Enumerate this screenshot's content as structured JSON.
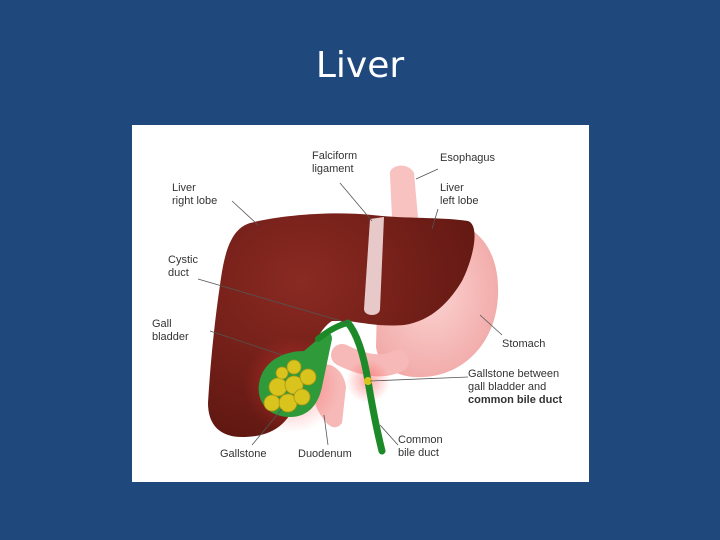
{
  "slide": {
    "title": "Liver"
  },
  "diagram": {
    "labels": {
      "liver_right_lobe": [
        "Liver",
        "right lobe"
      ],
      "falciform_ligament": [
        "Falciform",
        "ligament"
      ],
      "esophagus": [
        "Esophagus"
      ],
      "liver_left_lobe": [
        "Liver",
        "left lobe"
      ],
      "cystic_duct": [
        "Cystic",
        "duct"
      ],
      "gall_bladder": [
        "Gall",
        "bladder"
      ],
      "stomach": [
        "Stomach"
      ],
      "gallstone_between": [
        "Gallstone between",
        "gall bladder and",
        "common bile duct"
      ],
      "gallstone": [
        "Gallstone"
      ],
      "duodenum": [
        "Duodenum"
      ],
      "common_bile_duct": [
        "Common",
        "bile duct"
      ]
    },
    "colors": {
      "liver": "#6e1d16",
      "liver_highlight": "#8a2a22",
      "stomach": "#f4b6b4",
      "esophagus": "#f7c2c0",
      "falciform": "#e8c9c9",
      "bile_duct": "#1d8a2a",
      "gallbladder": "#2f9a3a",
      "gallstone": "#d9c41e"
    }
  }
}
